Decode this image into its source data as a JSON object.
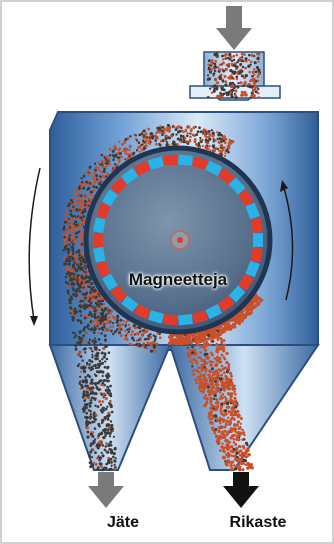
{
  "labels": {
    "magnets": "Magneetteja",
    "waste": "Jäte",
    "concentrate": "Rikaste"
  },
  "colors": {
    "housing": "#5a8cc4",
    "housing_light": "#d9e8f6",
    "drum": "#4f6b8a",
    "magnet_blue": "#2bb3e8",
    "magnet_red": "#e23b2a",
    "ore_orange": "#c8502a",
    "waste_grey": "#3a3a3a",
    "arrow_grey": "#7a7a7a",
    "arrow_black": "#111111"
  },
  "icons": [
    "feed-arrow-icon",
    "rotation-arrow-icon",
    "waste-arrow-icon",
    "concentrate-arrow-icon"
  ]
}
